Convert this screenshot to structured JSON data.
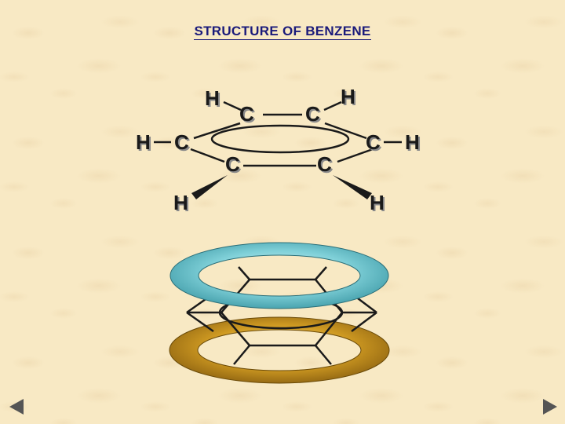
{
  "slide": {
    "title": "STRUCTURE OF BENZENE"
  },
  "structure": {
    "atoms": {
      "h_top_left": "H",
      "h_top_right": "H",
      "h_left": "H",
      "h_right": "H",
      "h_bottom_left": "H",
      "h_bottom_right": "H",
      "c_top_left": "C",
      "c_top_right": "C",
      "c_left": "C",
      "c_right": "C",
      "c_bottom_left": "C",
      "c_bottom_right": "C"
    }
  },
  "colors": {
    "background": "#f8e9c4",
    "title": "#1a1a7a",
    "upper_pi_ring": "#6fc8d0",
    "lower_pi_ring": "#c8961c",
    "bonds": "#1a1a1a"
  },
  "navigation": {
    "prev_icon": "triangle-left-icon",
    "next_icon": "triangle-right-icon"
  }
}
